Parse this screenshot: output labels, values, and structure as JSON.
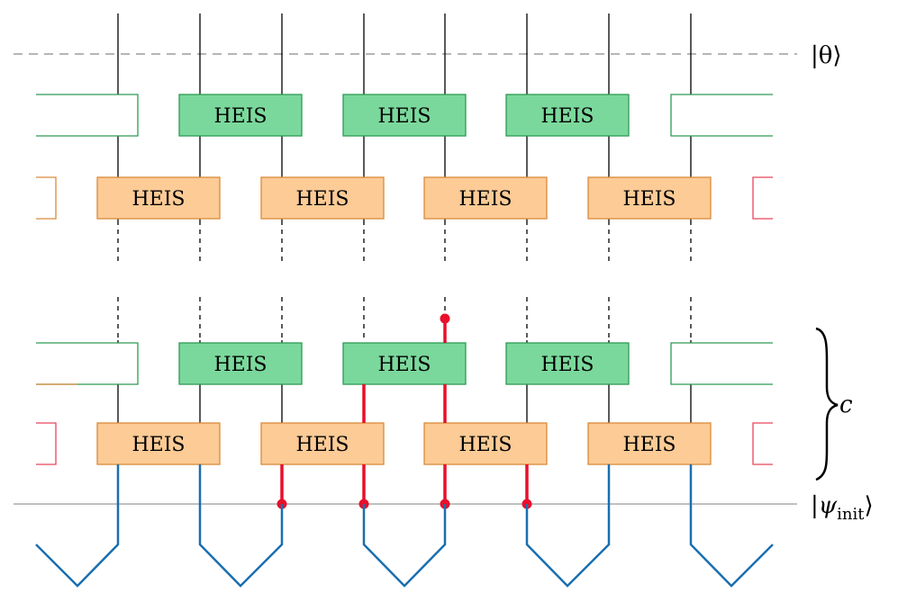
{
  "gates": {
    "green_label": "HEIS",
    "orange_label": "HEIS"
  },
  "labels": {
    "theta_ket": "|θ⟩",
    "psi_bar": "|",
    "psi_symbol": "ψ",
    "psi_sub": "init",
    "psi_close": "⟩",
    "c": "c"
  },
  "colors": {
    "green_fill": "#7bd89c",
    "green_stroke": "#2e9b55",
    "orange_fill": "#fccb96",
    "orange_stroke": "#d98b3a",
    "red_bracket": "#e8455c",
    "red_path": "#e8102a",
    "blue_path": "#1a6fb0",
    "wire": "#000000",
    "dashed_rule": "#8a8a8a",
    "solid_rule": "#9a9a9a"
  }
}
